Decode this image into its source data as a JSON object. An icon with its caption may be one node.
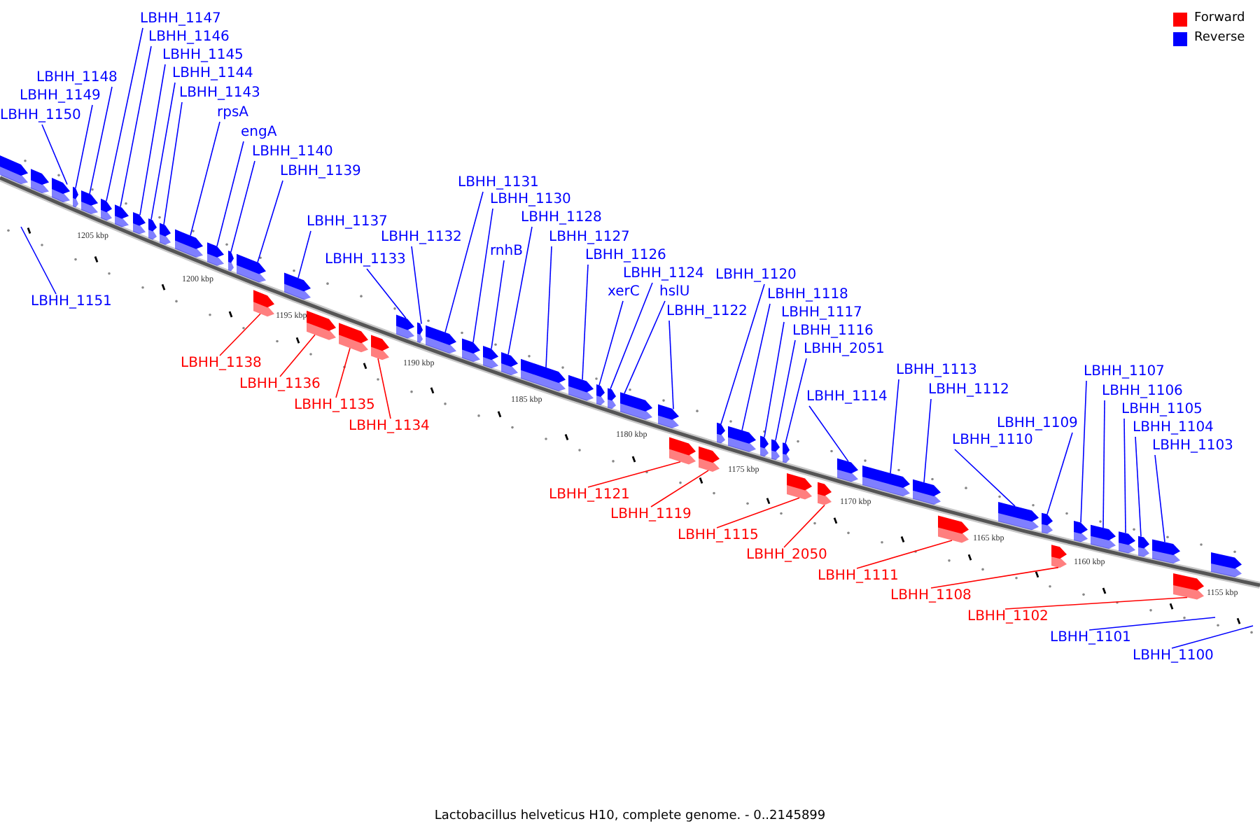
{
  "diagram": {
    "caption": "Lactobacillus helveticus H10, complete genome. - 0..2145899",
    "nodes": [
      {
        "text": [
          "LBHH_1151"
        ]
      },
      {
        "text": [
          "LBHH_1150"
        ]
      },
      {
        "text": [
          "LBHH_1149"
        ]
      },
      {
        "text": [
          "LBHH_1148"
        ]
      },
      {
        "text": [
          "LBHH_1147"
        ]
      },
      {
        "text": [
          "LBHH_1146"
        ]
      },
      {
        "text": [
          "LBHH_1145"
        ]
      },
      {
        "text": [
          "LBHH_1144"
        ]
      },
      {
        "text": [
          "LBHH_1143"
        ]
      },
      {
        "text": [
          "rpsA"
        ]
      },
      {
        "text": [
          "engA"
        ]
      },
      {
        "text": [
          "LBHH_1140"
        ]
      },
      {
        "text": [
          "LBHH_1139"
        ]
      },
      {
        "text": [
          "LBHH_1138"
        ]
      },
      {
        "text": [
          "LBHH_1137"
        ]
      },
      {
        "text": [
          "LBHH_1136"
        ]
      },
      {
        "text": [
          "LBHH_1135"
        ]
      },
      {
        "text": [
          "LBHH_1134"
        ]
      },
      {
        "text": [
          "LBHH_1133"
        ]
      },
      {
        "text": [
          "LBHH_1132"
        ]
      },
      {
        "text": [
          "LBHH_1131"
        ]
      },
      {
        "text": [
          "LBHH_1130"
        ]
      },
      {
        "text": [
          "rnhB"
        ]
      },
      {
        "text": [
          "LBHH_1128"
        ]
      },
      {
        "text": [
          "LBHH_1127"
        ]
      },
      {
        "text": [
          "LBHH_1126"
        ]
      },
      {
        "text": [
          "LBHH_1124"
        ]
      },
      {
        "text": [
          "xerC"
        ]
      },
      {
        "text": [
          "hslU"
        ]
      },
      {
        "text": [
          "LBHH_1122"
        ]
      },
      {
        "text": [
          "LBHH_1121"
        ]
      },
      {
        "text": [
          "LBHH_1120"
        ]
      },
      {
        "text": [
          "LBHH_1119"
        ]
      },
      {
        "text": [
          "LBHH_1118"
        ]
      },
      {
        "text": [
          "LBHH_1117"
        ]
      },
      {
        "text": [
          "LBHH_1116"
        ]
      },
      {
        "text": [
          "LBHH_2051"
        ]
      },
      {
        "text": [
          "LBHH_1115"
        ]
      },
      {
        "text": [
          "LBHH_2050"
        ]
      },
      {
        "text": [
          "LBHH_1114"
        ]
      },
      {
        "text": [
          "LBHH_1113"
        ]
      },
      {
        "text": [
          "LBHH_1112"
        ]
      },
      {
        "text": [
          "LBHH_1111"
        ]
      },
      {
        "text": [
          "LBHH_1110"
        ]
      },
      {
        "text": [
          "LBHH_1109"
        ]
      },
      {
        "text": [
          "LBHH_1108"
        ]
      },
      {
        "text": [
          "LBHH_1107"
        ]
      },
      {
        "text": [
          "LBHH_1106"
        ]
      },
      {
        "text": [
          "LBHH_1105"
        ]
      },
      {
        "text": [
          "LBHH_1104"
        ]
      },
      {
        "text": [
          "LBHH_1103"
        ]
      },
      {
        "text": [
          "LBHH_1102"
        ]
      },
      {
        "text": [
          "LBHH_1101"
        ]
      },
      {
        "text": [
          "LBHH_1100"
        ]
      },
      {
        "text": [],
        "shape": "arrow"
      },
      {
        "text": [],
        "shape": "arrow"
      },
      {
        "text": [],
        "shape": "arrow"
      },
      {
        "text": [],
        "shape": "arrow"
      },
      {
        "text": [],
        "shape": "arrow"
      },
      {
        "text": [],
        "shape": "arrow"
      },
      {
        "text": [],
        "shape": "arrow"
      },
      {
        "text": [],
        "shape": "arrow"
      },
      {
        "text": [],
        "shape": "arrow"
      },
      {
        "text": [],
        "shape": "arrow"
      },
      {
        "text": [],
        "shape": "arrow"
      },
      {
        "text": [],
        "shape": "arrow"
      },
      {
        "text": [],
        "shape": "arrow"
      },
      {
        "text": [],
        "shape": "arrow"
      },
      {
        "text": [],
        "shape": "arrow"
      },
      {
        "text": [],
        "shape": "arrow"
      },
      {
        "text": [],
        "shape": "arrow"
      },
      {
        "text": [],
        "shape": "arrow"
      },
      {
        "text": [],
        "shape": "arrow"
      },
      {
        "text": [],
        "shape": "arrow"
      },
      {
        "text": [],
        "shape": "arrow"
      },
      {
        "text": [],
        "shape": "arrow"
      },
      {
        "text": [],
        "shape": "arrow"
      },
      {
        "text": [],
        "shape": "arrow"
      },
      {
        "text": [],
        "shape": "arrow"
      },
      {
        "text": [],
        "shape": "arrow"
      },
      {
        "text": [],
        "shape": "arrow"
      },
      {
        "text": [],
        "shape": "arrow"
      },
      {
        "text": [],
        "shape": "arrow"
      },
      {
        "text": [],
        "shape": "arrow"
      },
      {
        "text": [],
        "shape": "arrow"
      },
      {
        "text": [],
        "shape": "arrow"
      },
      {
        "text": [],
        "shape": "arrow"
      },
      {
        "text": [],
        "shape": "arrow"
      },
      {
        "text": [],
        "shape": "arrow"
      },
      {
        "text": [],
        "shape": "arrow"
      },
      {
        "text": [],
        "shape": "arrow"
      },
      {
        "text": [],
        "shape": "arrow"
      },
      {
        "text": [],
        "shape": "arrow"
      },
      {
        "text": [],
        "shape": "arrow"
      },
      {
        "text": [],
        "shape": "arrow"
      },
      {
        "text": [],
        "shape": "arrow"
      },
      {
        "text": [],
        "shape": "arrow"
      },
      {
        "text": [],
        "shape": "arrow"
      },
      {
        "text": [],
        "shape": "arrow"
      },
      {
        "text": [],
        "shape": "arrow"
      },
      {
        "text": [],
        "shape": "arrow"
      },
      {
        "text": [],
        "shape": "arrow"
      },
      {
        "text": [],
        "shape": "arrow"
      },
      {
        "text": [],
        "shape": "arrow"
      },
      {
        "text": [],
        "shape": "arrow"
      },
      {
        "text": [],
        "shape": "arrow"
      },
      {
        "text": [],
        "shape": "arrow"
      },
      {
        "text": [],
        "shape": "arrow"
      }
    ],
    "edges": [
      {
        "from": 0,
        "to": null,
        "arrow": "none"
      },
      {
        "from": 1,
        "to": 56,
        "arrow": "none"
      },
      {
        "from": 2,
        "to": 57,
        "arrow": "none"
      },
      {
        "from": 3,
        "to": 58,
        "arrow": "none"
      },
      {
        "from": 4,
        "to": 59,
        "arrow": "none"
      },
      {
        "from": 5,
        "to": 60,
        "arrow": "none"
      },
      {
        "from": 6,
        "to": 61,
        "arrow": "none"
      },
      {
        "from": 7,
        "to": 62,
        "arrow": "none"
      },
      {
        "from": 8,
        "to": 63,
        "arrow": "none"
      },
      {
        "from": 9,
        "to": 64,
        "arrow": "none"
      },
      {
        "from": 10,
        "to": 65,
        "arrow": "none"
      },
      {
        "from": 11,
        "to": 66,
        "arrow": "none"
      },
      {
        "from": 12,
        "to": 67,
        "arrow": "none"
      },
      {
        "from": 13,
        "to": 68,
        "arrow": "none",
        "color": "#ff0000"
      },
      {
        "from": 14,
        "to": 69,
        "arrow": "none"
      },
      {
        "from": 15,
        "to": 70,
        "arrow": "none",
        "color": "#ff0000"
      },
      {
        "from": 16,
        "to": 71,
        "arrow": "none",
        "color": "#ff0000"
      },
      {
        "from": 17,
        "to": 72,
        "arrow": "none",
        "color": "#ff0000"
      },
      {
        "from": 18,
        "to": 73,
        "arrow": "none"
      },
      {
        "from": 19,
        "to": 74,
        "arrow": "none"
      },
      {
        "from": 20,
        "to": 75,
        "arrow": "none"
      },
      {
        "from": 21,
        "to": 76,
        "arrow": "none"
      },
      {
        "from": 22,
        "to": 77,
        "arrow": "none"
      },
      {
        "from": 23,
        "to": 78,
        "arrow": "none"
      },
      {
        "from": 24,
        "to": 79,
        "arrow": "none"
      },
      {
        "from": 25,
        "to": 80,
        "arrow": "none"
      },
      {
        "from": 26,
        "to": 82,
        "arrow": "none"
      },
      {
        "from": 27,
        "to": 81,
        "arrow": "none"
      },
      {
        "from": 28,
        "to": 83,
        "arrow": "none"
      },
      {
        "from": 29,
        "to": 84,
        "arrow": "none"
      },
      {
        "from": 30,
        "to": 85,
        "arrow": "none",
        "color": "#ff0000"
      },
      {
        "from": 31,
        "to": 87,
        "arrow": "none"
      },
      {
        "from": 32,
        "to": 86,
        "arrow": "none",
        "color": "#ff0000"
      },
      {
        "from": 33,
        "to": 88,
        "arrow": "none"
      },
      {
        "from": 34,
        "to": 89,
        "arrow": "none"
      },
      {
        "from": 35,
        "to": 90,
        "arrow": "none"
      },
      {
        "from": 36,
        "to": 91,
        "arrow": "none"
      },
      {
        "from": 37,
        "to": 92,
        "arrow": "none",
        "color": "#ff0000"
      },
      {
        "from": 38,
        "to": 93,
        "arrow": "none",
        "color": "#ff0000"
      },
      {
        "from": 39,
        "to": 94,
        "arrow": "none"
      },
      {
        "from": 40,
        "to": 95,
        "arrow": "none"
      },
      {
        "from": 41,
        "to": 96,
        "arrow": "none"
      },
      {
        "from": 42,
        "to": 97,
        "arrow": "none",
        "color": "#ff0000"
      },
      {
        "from": 43,
        "to": 98,
        "arrow": "none"
      },
      {
        "from": 44,
        "to": 99,
        "arrow": "none"
      },
      {
        "from": 45,
        "to": 100,
        "arrow": "none",
        "color": "#ff0000"
      },
      {
        "from": 46,
        "to": 101,
        "arrow": "none"
      },
      {
        "from": 47,
        "to": 102,
        "arrow": "none"
      },
      {
        "from": 48,
        "to": 103,
        "arrow": "none"
      },
      {
        "from": 49,
        "to": 104,
        "arrow": "none"
      },
      {
        "from": 50,
        "to": 105,
        "arrow": "none"
      },
      {
        "from": 51,
        "to": 106,
        "arrow": "none",
        "color": "#ff0000"
      },
      {
        "from": 52,
        "to": null,
        "arrow": "none"
      },
      {
        "from": 53,
        "to": null,
        "arrow": "none"
      }
    ],
    "labels": [
      "1205 kbp",
      "1200 kbp",
      "1195 kbp",
      "1190 kbp",
      "1185 kbp",
      "1180 kbp",
      "1175 kbp",
      "1170 kbp",
      "1165 kbp",
      "1160 kbp",
      "1155 kbp"
    ],
    "legend": [
      {
        "text": "Forward",
        "color": "#ff0000"
      },
      {
        "text": "Reverse",
        "color": "#0000ff"
      }
    ]
  }
}
